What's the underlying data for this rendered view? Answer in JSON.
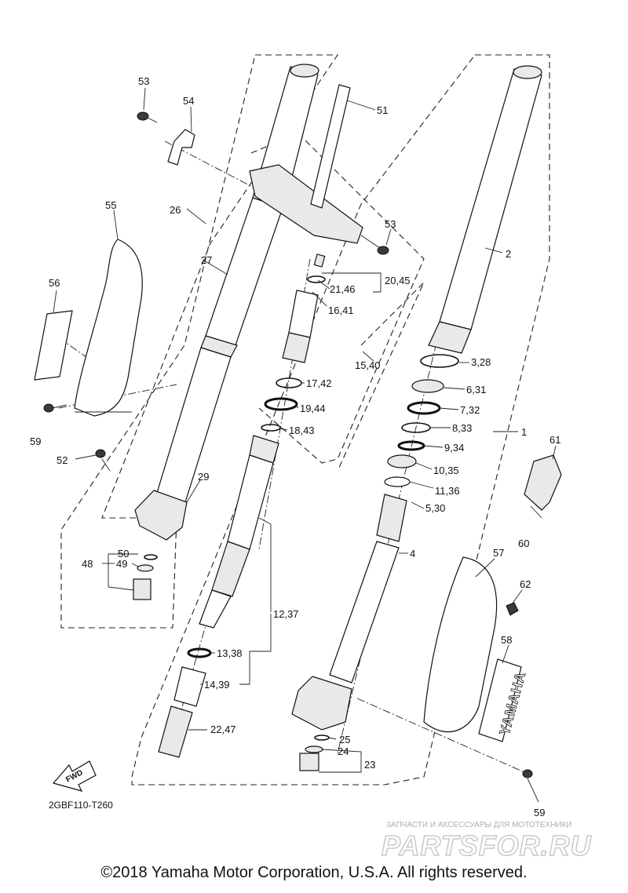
{
  "diagram": {
    "code": "2GBF110-T260",
    "fwd_label": "FWD",
    "brand_decal": "YAMAHA",
    "copyright": "©2018 Yamaha Motor Corporation, U.S.A. All rights reserved.",
    "watermark": {
      "subtitle": "ЗАПЧАСТИ И АКСЕССУАРЫ ДЛЯ МОТОТЕХНИКИ",
      "name": "PARTSFOR.RU"
    },
    "callouts": [
      "53",
      "54",
      "51",
      "55",
      "26",
      "53",
      "27",
      "2",
      "20,45",
      "21,46",
      "16,41",
      "56",
      "15,40",
      "3,28",
      "17,42",
      "6,31",
      "19,44",
      "7,32",
      "59",
      "18,43",
      "8,33",
      "1",
      "9,34",
      "61",
      "52",
      "10,35",
      "29",
      "11,36",
      "5,30",
      "50",
      "60",
      "48",
      "49",
      "4",
      "57",
      "62",
      "12,37",
      "58",
      "13,38",
      "14,39",
      "22,47",
      "25",
      "24",
      "23",
      "59"
    ]
  }
}
